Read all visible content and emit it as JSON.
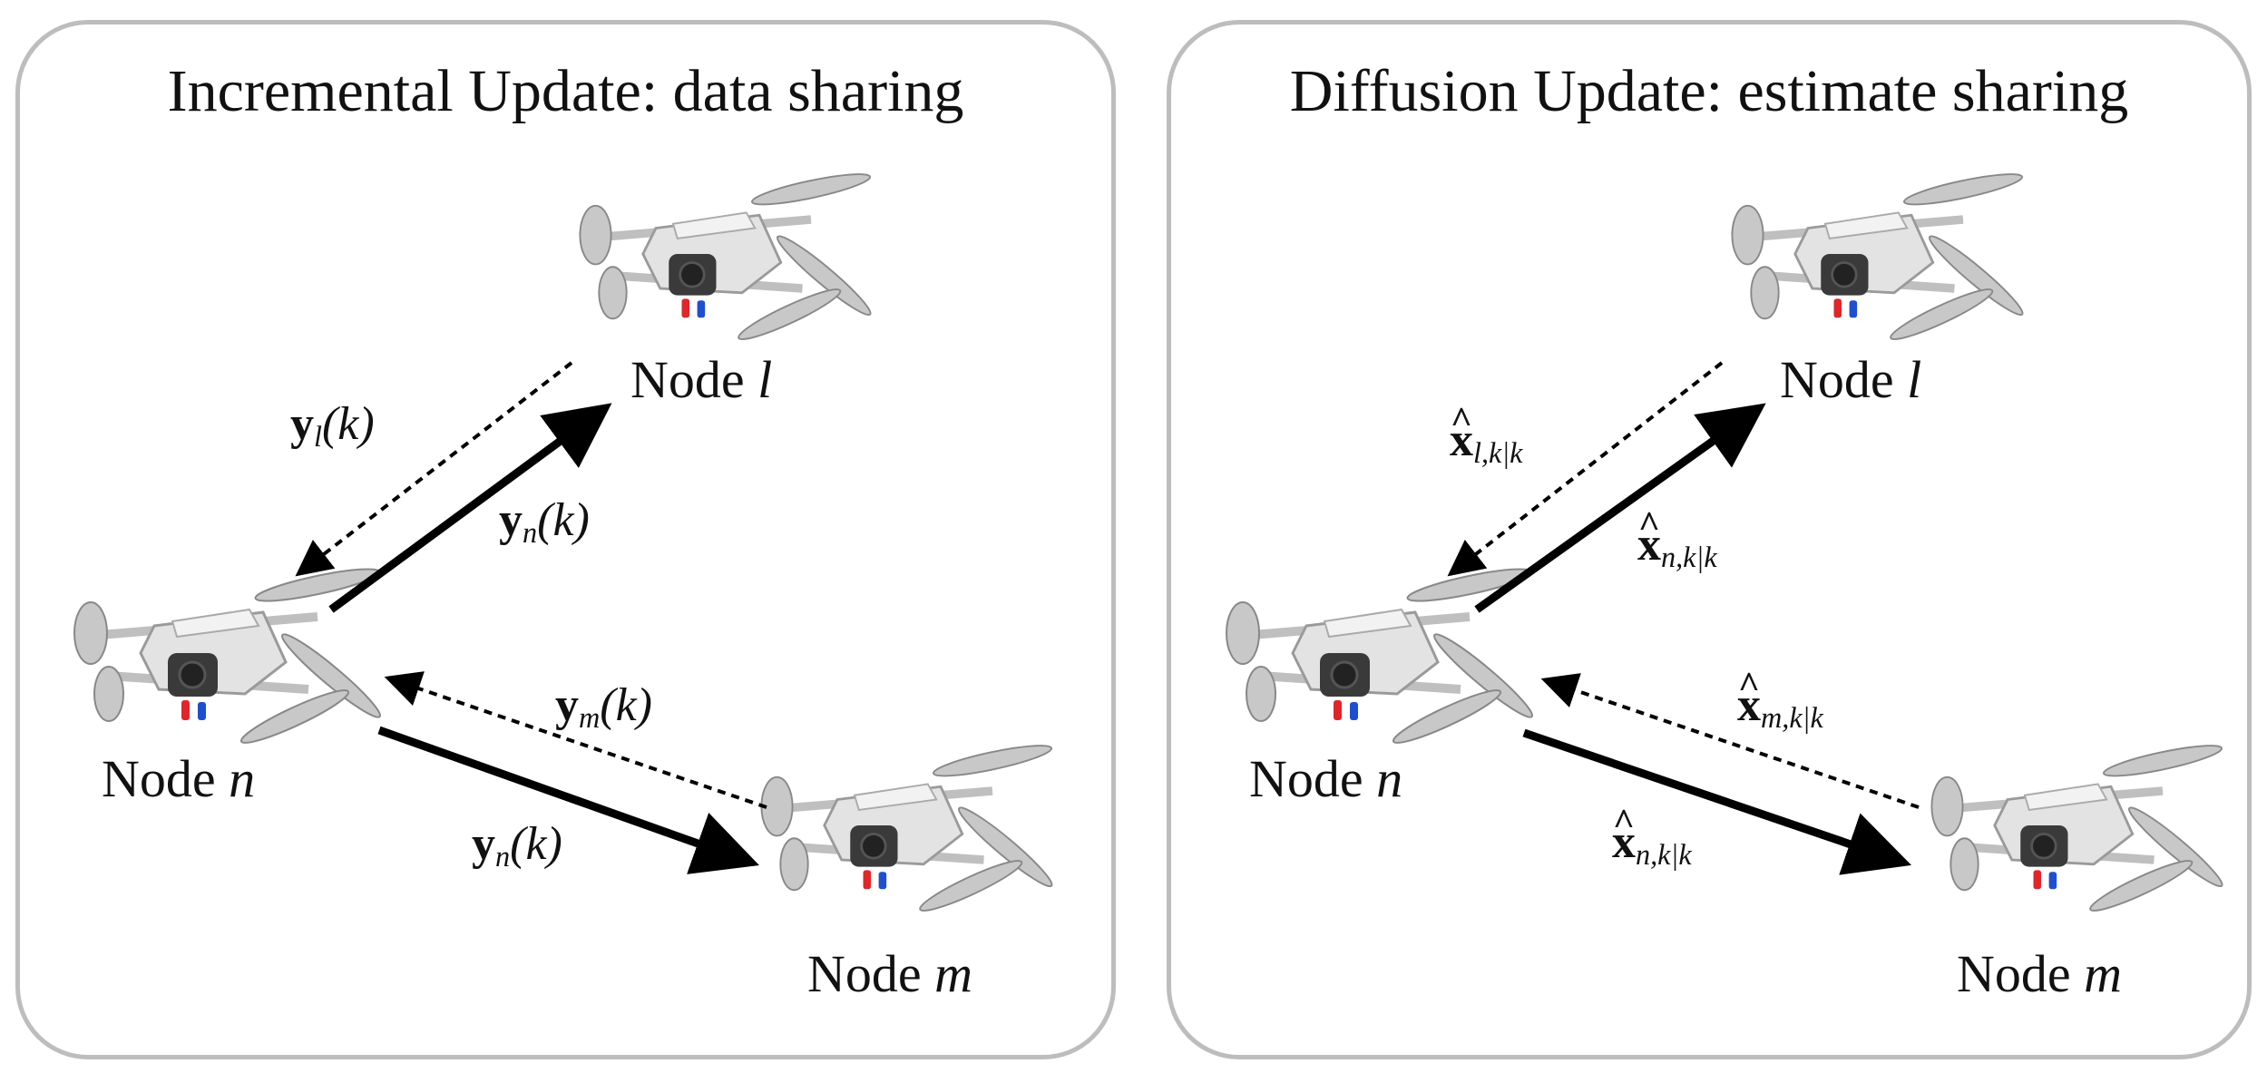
{
  "panels": {
    "left": {
      "title": "Incremental Update: data sharing",
      "node_word": "Node",
      "node_top": "l",
      "node_center": "n",
      "node_bottom": "m",
      "msg_ln": {
        "sym": "y",
        "sub": "l",
        "arg": "(k)"
      },
      "msg_nl": {
        "sym": "y",
        "sub": "n",
        "arg": "(k)"
      },
      "msg_mn": {
        "sym": "y",
        "sub": "m",
        "arg": "(k)"
      },
      "msg_nm": {
        "sym": "y",
        "sub": "n",
        "arg": "(k)"
      }
    },
    "right": {
      "title": "Diffusion Update: estimate sharing",
      "node_word": "Node",
      "node_top": "l",
      "node_center": "n",
      "node_bottom": "m",
      "msg_ln": {
        "sym": "x",
        "sub": "l,k|k"
      },
      "msg_nl": {
        "sym": "x",
        "sub": "n,k|k"
      },
      "msg_mn": {
        "sym": "x",
        "sub": "m,k|k"
      },
      "msg_nm": {
        "sym": "x",
        "sub": "n,k|k"
      }
    }
  },
  "colors": {
    "drone_body": "#d9d9d9",
    "drone_dark": "#3a3a3a",
    "led_red": "#e0262a",
    "led_blue": "#1f4fd1",
    "panel_border": "#bdbdbd"
  }
}
